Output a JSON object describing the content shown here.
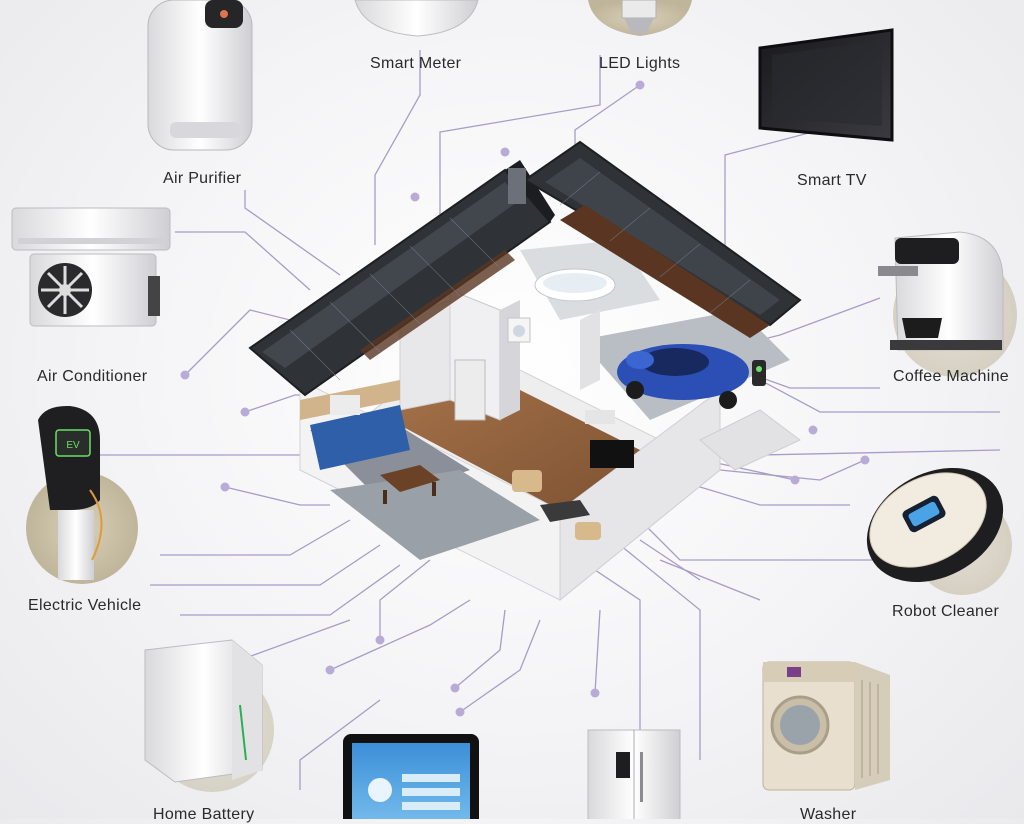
{
  "devices": [
    {
      "id": "air-purifier",
      "label": "Air  Purifier",
      "icon": "air-purifier-icon"
    },
    {
      "id": "smart-meter",
      "label": "Smart Meter",
      "icon": "smart-meter-icon"
    },
    {
      "id": "led-lights",
      "label": "LED Lights",
      "icon": "led-bulb-icon"
    },
    {
      "id": "smart-tv",
      "label": "Smart TV",
      "icon": "television-icon"
    },
    {
      "id": "air-conditioner",
      "label": "Air  Conditioner",
      "icon": "air-conditioner-icon"
    },
    {
      "id": "coffee-machine",
      "label": "Coffee Machine",
      "icon": "coffee-machine-icon"
    },
    {
      "id": "electric-vehicle",
      "label": "Electric Vehicle",
      "icon": "ev-charger-icon"
    },
    {
      "id": "robot-cleaner",
      "label": "Robot Cleaner",
      "icon": "robot-vacuum-icon"
    },
    {
      "id": "home-battery",
      "label": "Home Battery",
      "icon": "battery-unit-icon"
    },
    {
      "id": "washer",
      "label": "Washer",
      "icon": "washing-machine-icon"
    },
    {
      "id": "tablet",
      "label": "",
      "icon": "tablet-icon"
    },
    {
      "id": "refrigerator",
      "label": "",
      "icon": "refrigerator-icon"
    }
  ],
  "house": {
    "icon": "smart-home-cutaway-icon"
  },
  "colors": {
    "connector": "#a89cc8",
    "node": "#b8acd6",
    "roof": "#3a3d42",
    "floor": "#9a6a45",
    "car": "#2b4fb5",
    "device_bg": "#f6f6f6"
  }
}
